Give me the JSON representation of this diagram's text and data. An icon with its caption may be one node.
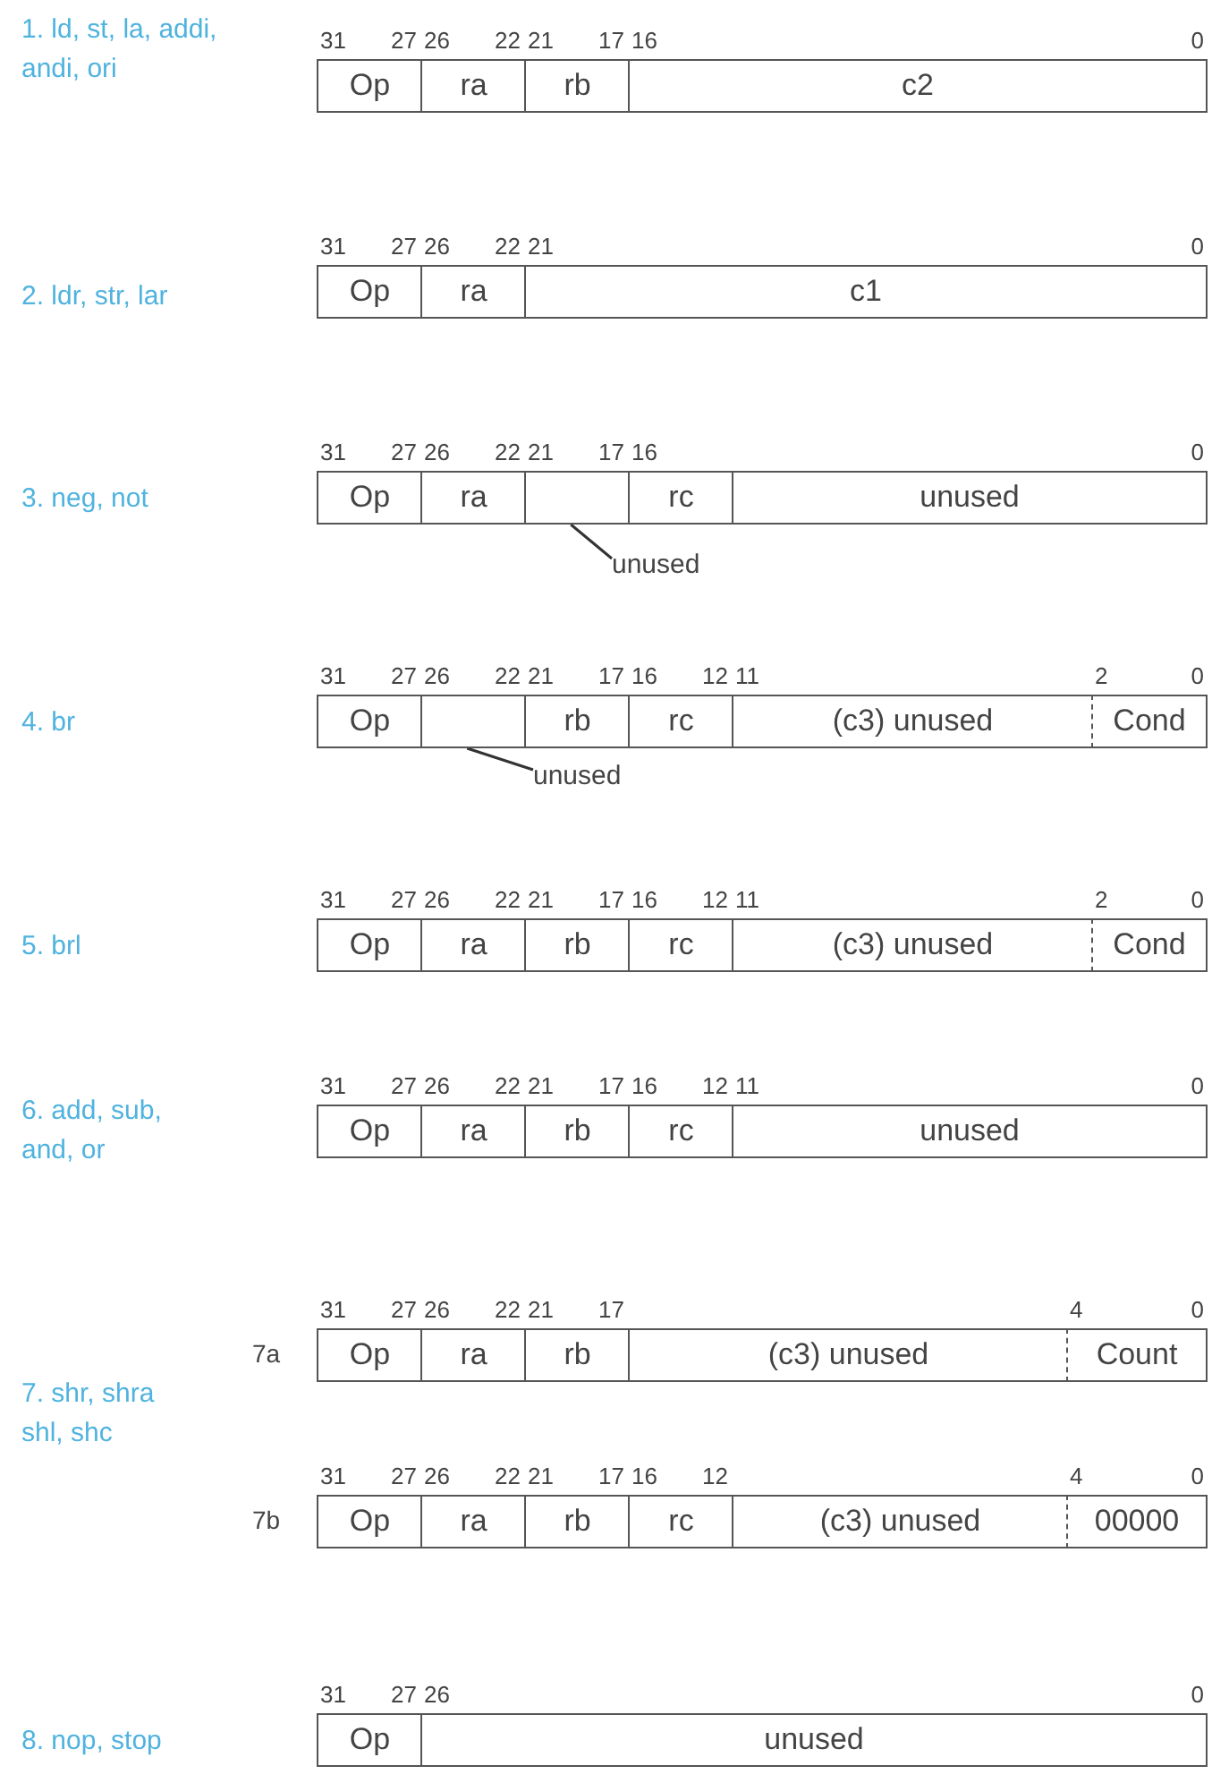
{
  "diagram": {
    "nodes": [
      {
        "text": [
          "Op"
        ]
      },
      {
        "text": [
          "ra"
        ]
      },
      {
        "text": [
          "rb"
        ]
      },
      {
        "text": [
          "c2"
        ]
      },
      {
        "text": [
          "Op"
        ]
      },
      {
        "text": [
          "ra"
        ]
      },
      {
        "text": [
          "c1"
        ]
      },
      {
        "text": [
          "Op"
        ]
      },
      {
        "text": [
          "ra"
        ]
      },
      {
        "text": [],
        "shape": "box"
      },
      {
        "text": [
          "rc"
        ]
      },
      {
        "text": [
          "unused"
        ]
      },
      {
        "text": [
          "unused"
        ]
      },
      {
        "text": [
          "Op"
        ]
      },
      {
        "text": [],
        "shape": "box"
      },
      {
        "text": [
          "rb"
        ]
      },
      {
        "text": [
          "rc"
        ]
      },
      {
        "text": [
          "(c3) unused"
        ]
      },
      {
        "text": [
          "Cond"
        ]
      },
      {
        "text": [
          "unused"
        ]
      },
      {
        "text": [
          "Op"
        ]
      },
      {
        "text": [
          "ra"
        ]
      },
      {
        "text": [
          "rb"
        ]
      },
      {
        "text": [
          "rc"
        ]
      },
      {
        "text": [
          "(c3) unused"
        ]
      },
      {
        "text": [
          "Cond"
        ]
      },
      {
        "text": [
          "Op"
        ]
      },
      {
        "text": [
          "ra"
        ]
      },
      {
        "text": [
          "rb"
        ]
      },
      {
        "text": [
          "rc"
        ]
      },
      {
        "text": [
          "unused"
        ]
      },
      {
        "text": [
          "Op"
        ]
      },
      {
        "text": [
          "ra"
        ]
      },
      {
        "text": [
          "rb"
        ]
      },
      {
        "text": [
          "(c3) unused"
        ]
      },
      {
        "text": [
          "Count"
        ]
      },
      {
        "text": [
          "Op"
        ]
      },
      {
        "text": [
          "ra"
        ]
      },
      {
        "text": [
          "rb"
        ]
      },
      {
        "text": [
          "rc"
        ]
      },
      {
        "text": [
          "(c3) unused"
        ]
      },
      {
        "text": [
          "00000"
        ]
      },
      {
        "text": [
          "Op"
        ]
      },
      {
        "text": [
          "unused"
        ]
      }
    ],
    "edges": [
      {
        "from": 12,
        "to": 9,
        "arrow": "none"
      },
      {
        "from": 19,
        "to": 14,
        "arrow": "none"
      }
    ],
    "labels": [
      "1. ld, st, la, addi, andi, ori",
      "31",
      "27",
      "26",
      "22",
      "21",
      "17",
      "16",
      "0",
      "2. ldr, str, lar",
      "31",
      "27",
      "26",
      "22",
      "21",
      "0",
      "3. neg, not",
      "31",
      "27",
      "26",
      "22",
      "21",
      "17",
      "16",
      "0",
      "4. br",
      "31",
      "27",
      "26",
      "22",
      "21",
      "17",
      "16",
      "12",
      "11",
      "2",
      "0",
      "5. brl",
      "31",
      "27",
      "26",
      "22",
      "21",
      "17",
      "16",
      "12",
      "11",
      "2",
      "0",
      "6. add, sub, and, or",
      "31",
      "27",
      "26",
      "22",
      "21",
      "17",
      "16",
      "12",
      "11",
      "0",
      "31",
      "27",
      "26",
      "22",
      "21",
      "17",
      "4",
      "0",
      "7a",
      "7. shr, shra shl, shc",
      "31",
      "27",
      "26",
      "22",
      "21",
      "17",
      "16",
      "12",
      "4",
      "0",
      "7b",
      "8. nop, stop",
      "31",
      "27",
      "26",
      "0"
    ]
  }
}
